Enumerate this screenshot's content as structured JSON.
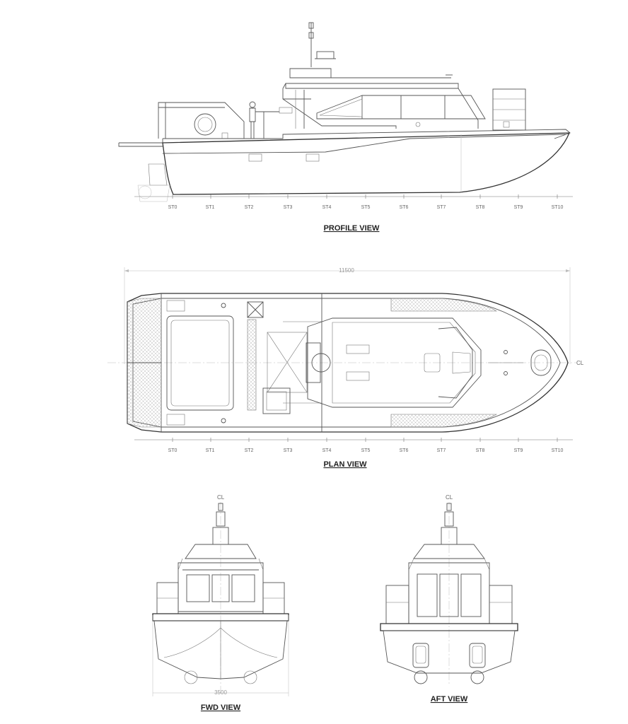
{
  "views": {
    "profile": {
      "title": "PROFILE VIEW"
    },
    "plan": {
      "title": "PLAN VIEW",
      "length_dim": "11500",
      "centerline": "CL"
    },
    "fwd": {
      "title": "FWD VIEW",
      "beam_dim": "3500",
      "centerline": "CL"
    },
    "aft": {
      "title": "AFT VIEW",
      "centerline": "CL"
    }
  },
  "stations": [
    "ST0",
    "ST1",
    "ST2",
    "ST3",
    "ST4",
    "ST5",
    "ST6",
    "ST7",
    "ST8",
    "ST9",
    "ST10"
  ]
}
